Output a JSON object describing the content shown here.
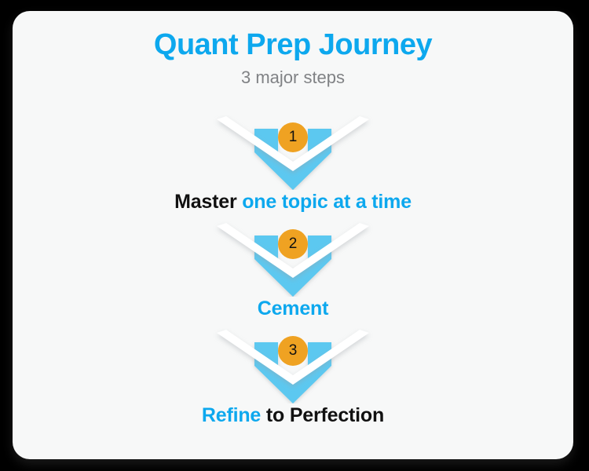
{
  "card": {
    "background_color": "#F7F8F8",
    "accent_color": "#0DA8EE",
    "badge_color": "#EFA222",
    "arrow_color": "#5BC8F0",
    "text_color": "#111111",
    "subtitle_color": "#808285"
  },
  "header": {
    "title": "Quant Prep Journey",
    "subtitle": "3 major steps"
  },
  "steps": [
    {
      "number": "1",
      "label_part_1": "Master ",
      "label_part_1_style": "plain",
      "label_part_2": "one topic at a time",
      "label_part_2_style": "highlight",
      "full_label": "Master one topic at a time"
    },
    {
      "number": "2",
      "label_part_1": "Cement",
      "label_part_1_style": "highlight",
      "label_part_2": "",
      "label_part_2_style": "plain",
      "full_label": "Cement"
    },
    {
      "number": "3",
      "label_part_1": "Refine",
      "label_part_1_style": "highlight",
      "label_part_2": " to Perfection",
      "label_part_2_style": "plain",
      "full_label": "Refine to Perfection"
    }
  ]
}
